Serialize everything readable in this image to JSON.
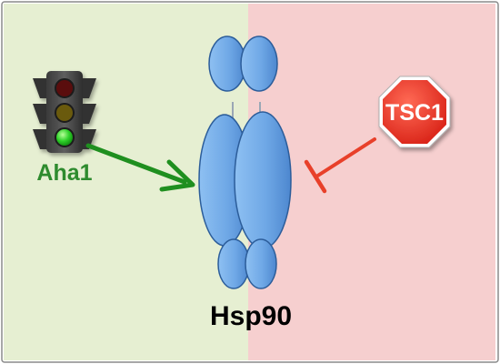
{
  "diagram": {
    "activator": {
      "label": "Aha1",
      "icon": "traffic-light-icon",
      "label_color": "#2e8b2e",
      "arrow_color": "#1f8f1f"
    },
    "inhibitor": {
      "label": "TSC1",
      "icon": "stop-sign-icon",
      "sign_color": "#e8231a",
      "inhibit_color": "#e8402a"
    },
    "target": {
      "label": "Hsp90",
      "protein_color": "#6fa8e6"
    },
    "regions": {
      "activation_color": "#e6efd2",
      "inhibition_color": "#f6cfcf"
    }
  }
}
